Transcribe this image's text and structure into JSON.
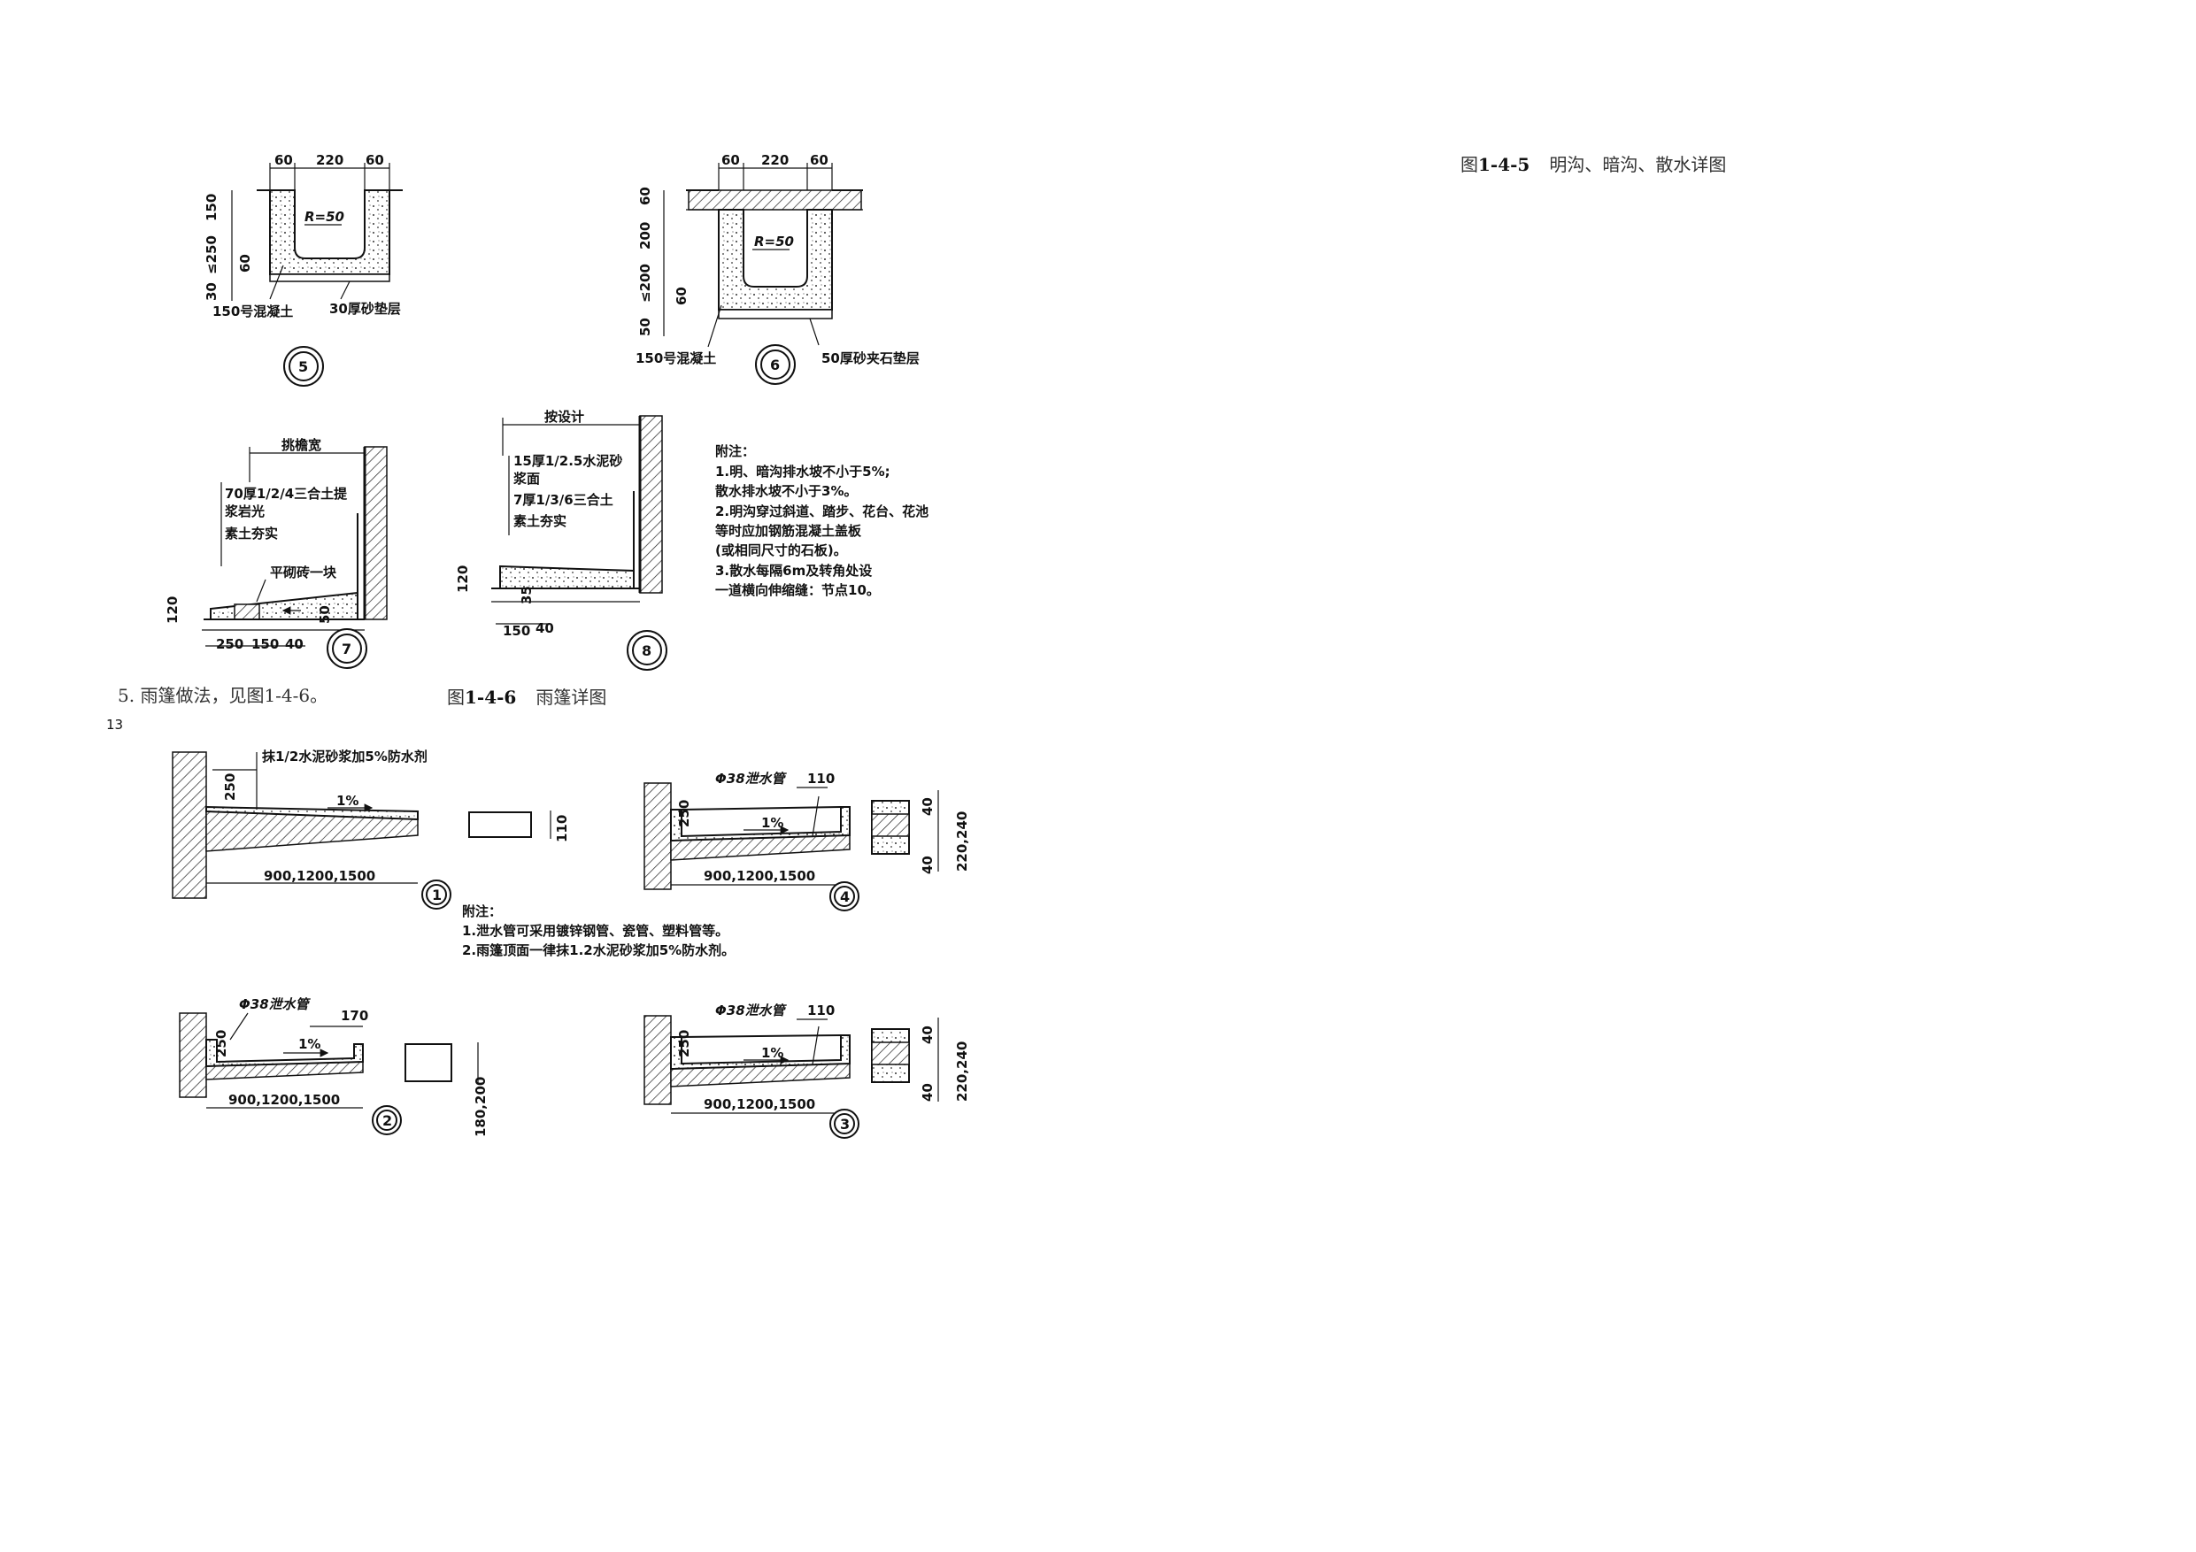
{
  "figure_captions": {
    "fig_145_prefix": "图",
    "fig_145_num": "1-4-5",
    "fig_145_title": "明沟、暗沟、散水详图",
    "fig_146_prefix": "图",
    "fig_146_num": "1-4-6",
    "fig_146_title": "雨篷详图",
    "canopy_text": "5. 雨篷做法，见图1-4-6。",
    "page_number": "13"
  },
  "detail5": {
    "dims_top": [
      "60",
      "220",
      "60"
    ],
    "dims_side": [
      "150",
      "≤250",
      "60",
      "30"
    ],
    "radius": "R=50",
    "label_left": "150号混凝土",
    "label_right": "30厚砂垫层",
    "number": "5"
  },
  "detail6": {
    "dims_top": [
      "60",
      "220",
      "60"
    ],
    "dims_side": [
      "60",
      "200",
      "≤200",
      "60",
      "50"
    ],
    "radius": "R=50",
    "label_left": "150号混凝土",
    "label_right": "50厚砂夹石垫层",
    "number": "6"
  },
  "detail7": {
    "top_label": "挑檐宽",
    "layer1_line1": "70厚1/2/4三合土提",
    "layer1_line2": "浆岩光",
    "layer2": "素土夯实",
    "brick": "平砌砖一块",
    "dims_bottom": [
      "250",
      "150",
      "40"
    ],
    "dim_side": "120",
    "dim_small": "50",
    "number": "7"
  },
  "detail8": {
    "top_label": "按设计",
    "layer1_line1": "15厚1/2.5水泥砂",
    "layer1_line2": "浆面",
    "layer2": "7厚1/3/6三合土",
    "layer3": "素土夯实",
    "dims_bottom": [
      "150",
      "40"
    ],
    "dim_side": "120",
    "dim_small": "35",
    "number": "8"
  },
  "notes_145": {
    "title": "附注：",
    "lines": [
      "1.明、暗沟排水坡不小于5%;",
      "  散水排水坡不小于3%。",
      "2.明沟穿过斜道、踏步、花台、花池",
      "  等时应加钢筋混凝土盖板",
      "  (或相同尺寸的石板)。",
      "3.散水每隔6m及转角处设",
      "  一道横向伸缩缝：节点10。"
    ]
  },
  "canopy1": {
    "label": "抹1/2水泥砂浆加5%防水剂",
    "dim_side": "250",
    "slope": "1%",
    "dim_bottom": "900,1200,1500",
    "section_dim": "110",
    "number": "1"
  },
  "canopy2": {
    "label": "Φ38泄水管",
    "dim_top": "170",
    "dim_side": "250",
    "slope": "1%",
    "dim_bottom": "900,1200,1500",
    "section_dim": "180,200",
    "number": "2"
  },
  "canopy3": {
    "label": "Φ38泄水管",
    "dim_top": "110",
    "dim_side": "250",
    "slope": "1%",
    "dim_bottom": "900,1200,1500",
    "section_dims": [
      "40",
      "40",
      "220,240"
    ],
    "number": "3"
  },
  "canopy4": {
    "label": "Φ38泄水管",
    "dim_top": "110",
    "dim_side": "250",
    "slope": "1%",
    "dim_bottom": "900,1200,1500",
    "section_dims": [
      "40",
      "40",
      "220,240"
    ],
    "number": "4"
  },
  "notes_146": {
    "title": "附注：",
    "lines": [
      "1.泄水管可采用镀锌钢管、瓷管、塑料管等。",
      "2.雨篷顶面一律抹1.2水泥砂浆加5%防水剂。"
    ]
  }
}
